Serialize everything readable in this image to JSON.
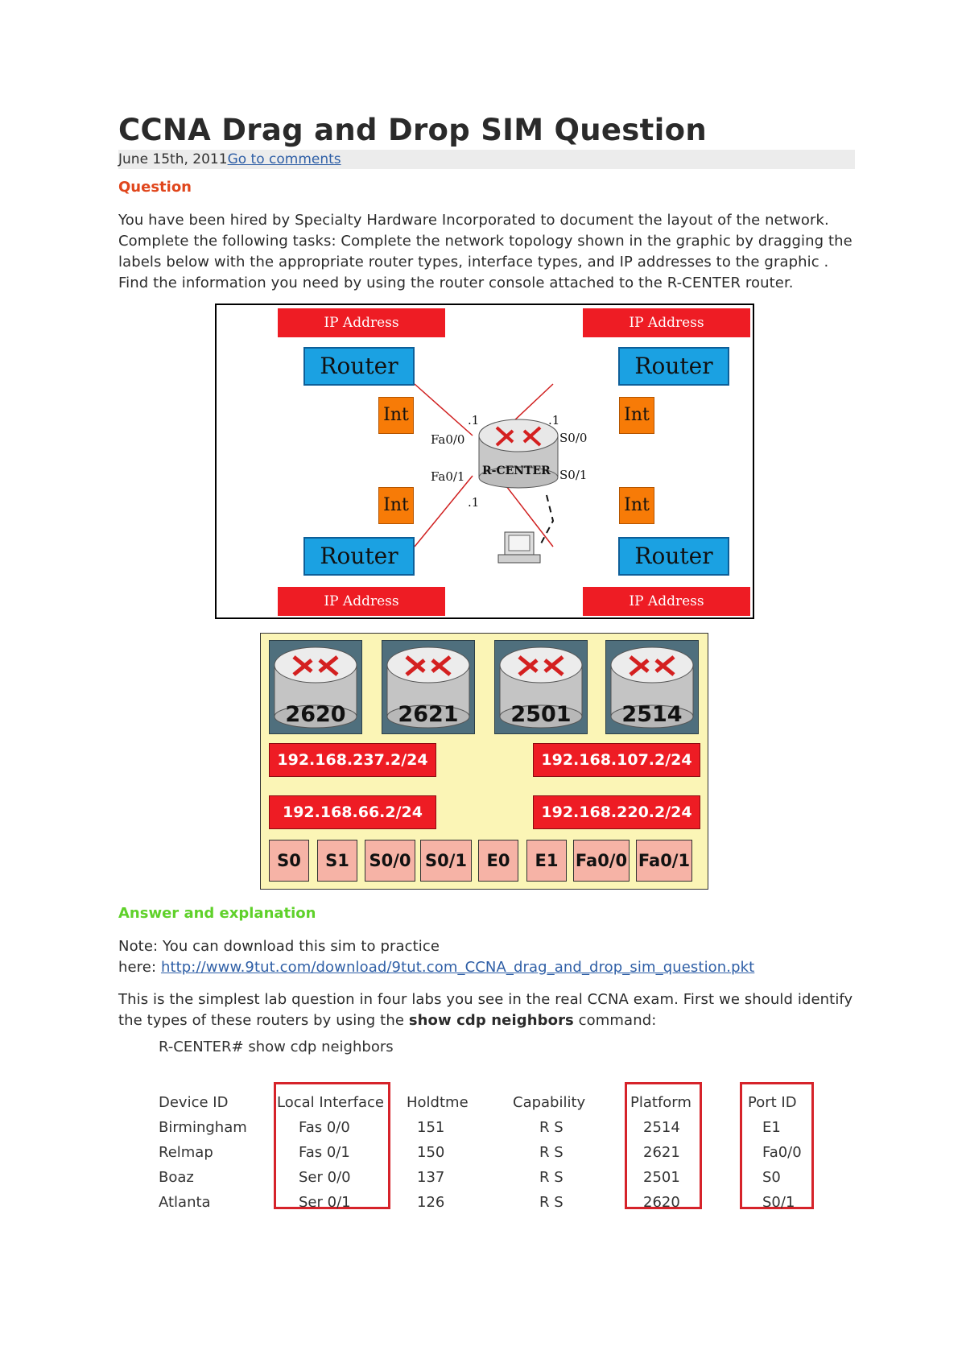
{
  "title": "CCNA Drag and Drop SIM Question",
  "meta": {
    "date": "June 15th, 2011",
    "comments_link": "Go to comments"
  },
  "question": {
    "heading": "Question",
    "text": "You have been hired by Specialty Hardware Incorporated to document the layout of the network. Complete the following tasks: Complete the network topology shown in the graphic by dragging the labels below with the appropriate router types, interface types, and IP addresses to the graphic . Find the information you need by using the router console attached to the R-CENTER router."
  },
  "topology": {
    "ip_label": "IP Address",
    "router_label": "Router",
    "int_label": "Int",
    "center_router": "R-CENTER",
    "interfaces": {
      "fa00": "Fa0/0",
      "fa01": "Fa0/1",
      "s00": "S0/0",
      "s01": "S0/1"
    },
    "host_suffix": ".1"
  },
  "labels_panel": {
    "routers": [
      "2620",
      "2621",
      "2501",
      "2514"
    ],
    "ips": [
      "192.168.237.2/24",
      "192.168.107.2/24",
      "192.168.66.2/24",
      "192.168.220.2/24"
    ],
    "interfaces": [
      "S0",
      "S1",
      "S0/0",
      "S0/1",
      "E0",
      "E1",
      "Fa0/0",
      "Fa0/1"
    ]
  },
  "answer": {
    "heading": "Answer and explanation",
    "note_prefix": "Note: You can download this sim to practice",
    "note_here": "here: ",
    "download_link": "http://www.9tut.com/download/9tut.com_CCNA_drag_and_drop_sim_question.pkt",
    "intro_before": "This is the simplest lab question in four labs you see in the real CCNA exam. First we should identify the types of these routers by using the ",
    "intro_command": "show cdp neighbors",
    "intro_after": " command:"
  },
  "cdp": {
    "command": "R-CENTER# show cdp neighbors",
    "headers": [
      "Device ID",
      "Local Interface",
      "Holdtme",
      "Capability",
      "Platform",
      "Port ID"
    ],
    "rows": [
      [
        "Birmingham",
        "Fas 0/0",
        "151",
        "R S",
        "2514",
        "E1"
      ],
      [
        "Relmap",
        "Fas 0/1",
        "150",
        "R S",
        "2621",
        "Fa0/0"
      ],
      [
        "Boaz",
        "Ser 0/0",
        "137",
        "R S",
        "2501",
        "S0"
      ],
      [
        "Atlanta",
        "Ser 0/1",
        "126",
        "R S",
        "2620",
        "S0/1"
      ]
    ]
  },
  "colors": {
    "question_heading": "#e0461c",
    "answer_heading": "#5fd12a",
    "link": "#2f5fa6",
    "ip_red": "#ee1c24",
    "router_blue": "#1ba1e2",
    "int_orange": "#f77b07",
    "highlight_box": "#d6232a"
  }
}
